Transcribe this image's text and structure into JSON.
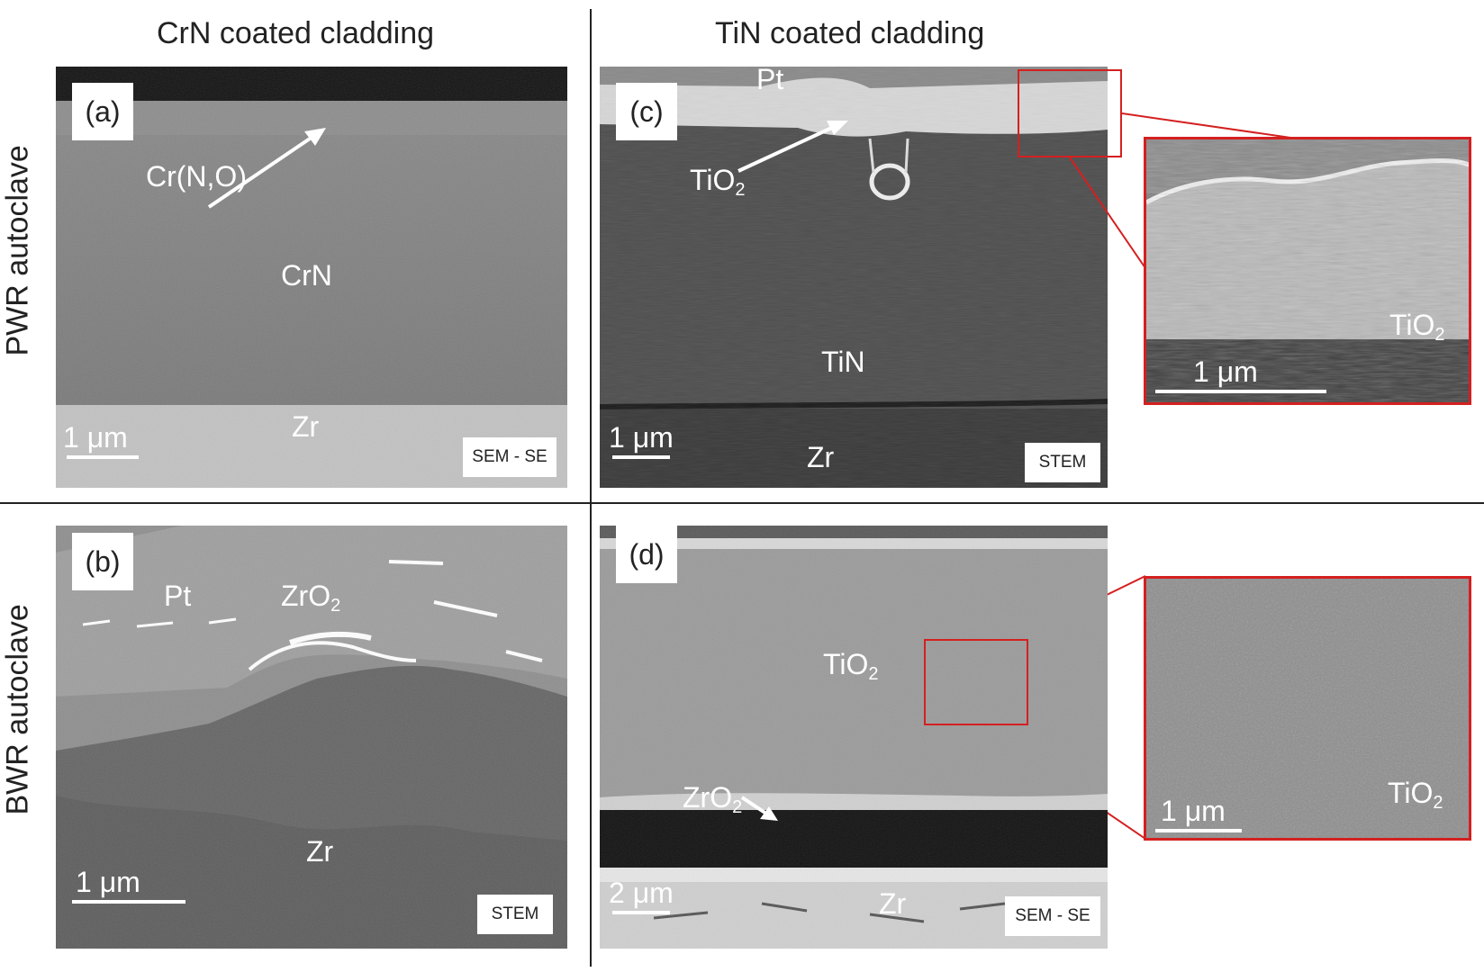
{
  "columns": {
    "left": "CrN coated cladding",
    "right": "TiN coated cladding"
  },
  "rows": {
    "top": "PWR autoclave",
    "bottom": "BWR autoclave"
  },
  "panels": {
    "a": {
      "label": "(a)",
      "annotations": {
        "oxide": "Cr(N,O)",
        "coating": "CrN",
        "substrate": "Zr"
      },
      "scale": "1 μm",
      "mode": "SEM - SE"
    },
    "b": {
      "label": "(b)",
      "annotations": {
        "pt": "Pt",
        "oxide_base": "ZrO",
        "oxide_sub": "2",
        "substrate": "Zr"
      },
      "scale": "1 μm",
      "mode": "STEM"
    },
    "c": {
      "label": "(c)",
      "annotations": {
        "pt": "Pt",
        "oxide_base": "TiO",
        "oxide_sub": "2",
        "coating": "TiN",
        "substrate": "Zr"
      },
      "scale": "1 μm",
      "mode": "STEM",
      "inset": {
        "oxide_base": "TiO",
        "oxide_sub": "2",
        "scale": "1 μm"
      }
    },
    "d": {
      "label": "(d)",
      "annotations": {
        "oxide_base": "TiO",
        "oxide_sub": "2",
        "zro_base": "ZrO",
        "zro_sub": "2",
        "substrate": "Zr"
      },
      "scale": "2 μm",
      "mode": "SEM - SE",
      "inset": {
        "oxide_base": "TiO",
        "oxide_sub": "2",
        "scale": "1 μm"
      }
    }
  },
  "colors": {
    "highlight": "#d42020"
  }
}
